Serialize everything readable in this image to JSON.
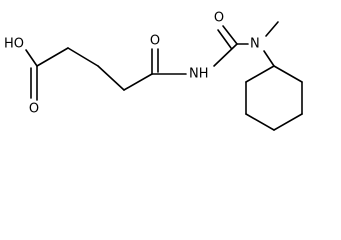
{
  "atoms": {
    "hydroxyl": "HO",
    "acid_carbonyl_oxygen": "O",
    "amide_carbonyl_oxygen": "O",
    "imide_nitrogen": "NH",
    "urea_carbonyl_oxygen": "O",
    "methylated_nitrogen": "N"
  }
}
